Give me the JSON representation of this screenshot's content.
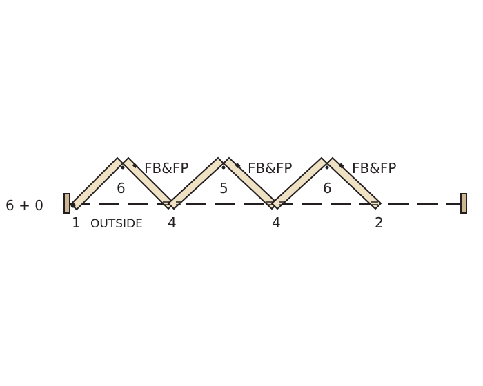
{
  "diagram": {
    "config_label": "6 + 0",
    "side_label": "OUTSIDE",
    "panel_labels": [
      "6",
      "5",
      "6"
    ],
    "hinge_labels": [
      "FB&FP",
      "FB&FP",
      "FB&FP"
    ],
    "bottom_labels": [
      "1",
      "4",
      "4",
      "2"
    ],
    "colors": {
      "panel_fill": "#efe2c4",
      "post_fill": "#cdb792",
      "stroke": "#231f20"
    }
  }
}
